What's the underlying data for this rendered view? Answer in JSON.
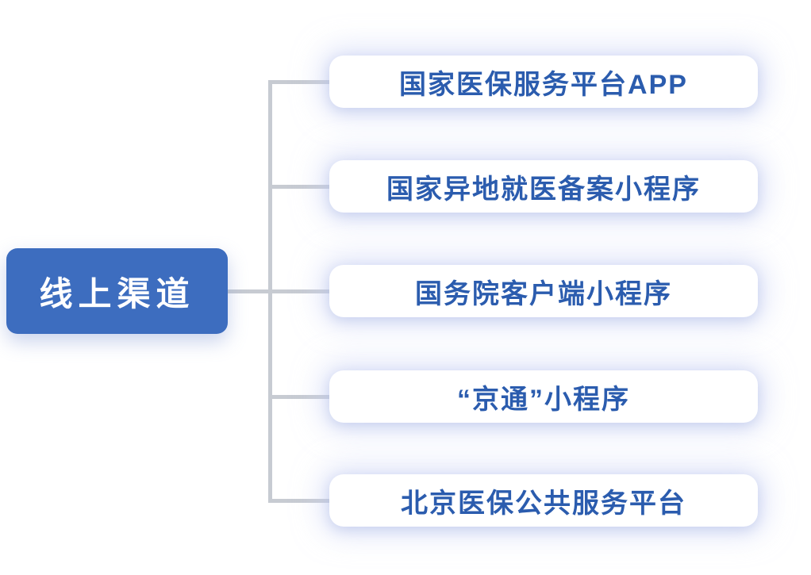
{
  "diagram": {
    "root": {
      "label": "线上渠道"
    },
    "children": [
      {
        "label": "国家医保服务平台APP"
      },
      {
        "label": "国家异地就医备案小程序"
      },
      {
        "label": "国务院客户端小程序"
      },
      {
        "label": "“京通”小程序"
      },
      {
        "label": "北京医保公共服务平台"
      }
    ],
    "colors": {
      "root_bg": "#3d6dbf",
      "root_text": "#ffffff",
      "child_bg": "#ffffff",
      "child_text": "#2b5cae",
      "connector": "#c7cbd2",
      "glow": "#cdd6f6"
    }
  }
}
